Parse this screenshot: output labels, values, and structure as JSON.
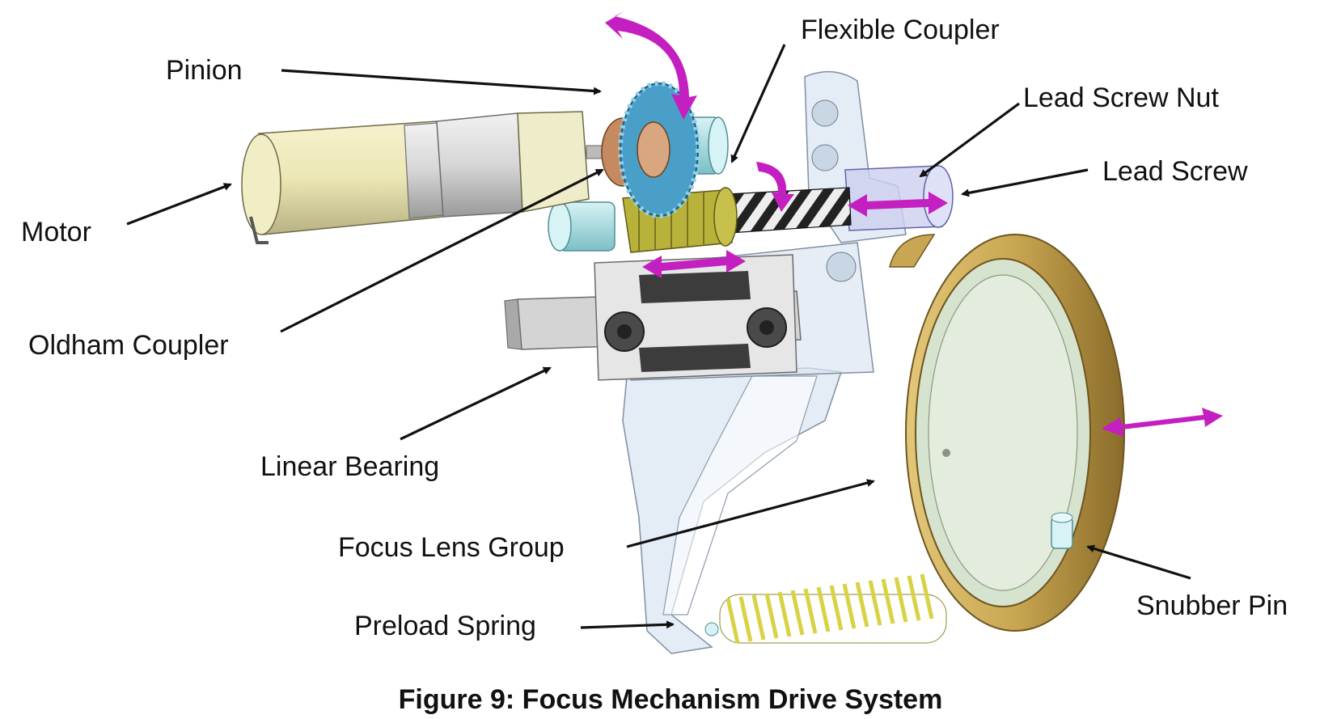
{
  "labels": {
    "pinion": "Pinion",
    "flexible_coupler": "Flexible Coupler",
    "lead_screw_nut": "Lead Screw Nut",
    "lead_screw": "Lead Screw",
    "motor": "Motor",
    "oldham_coupler": "Oldham Coupler",
    "linear_bearing": "Linear Bearing",
    "focus_lens_group": "Focus Lens Group",
    "preload_spring": "Preload Spring",
    "snubber_pin": "Snubber Pin"
  },
  "caption": "Figure 9: Focus Mechanism Drive System",
  "colors": {
    "motor_body": "#ece7b4",
    "motor_steel": "#d6d6d6",
    "pinion_gear": "#4a9fc8",
    "coupler_bronze": "#b5754d",
    "lead_screw": "#222222",
    "worm_gear": "#b9b23a",
    "frame_glass": "#dbe6f1",
    "lens_ring": "#c9a651",
    "lens_glass": "#d6e3cf",
    "spring": "#d8d245",
    "rail": "#d4d4d4",
    "motion_arrow": "#c41fc0",
    "callout_arrow": "#111111"
  }
}
